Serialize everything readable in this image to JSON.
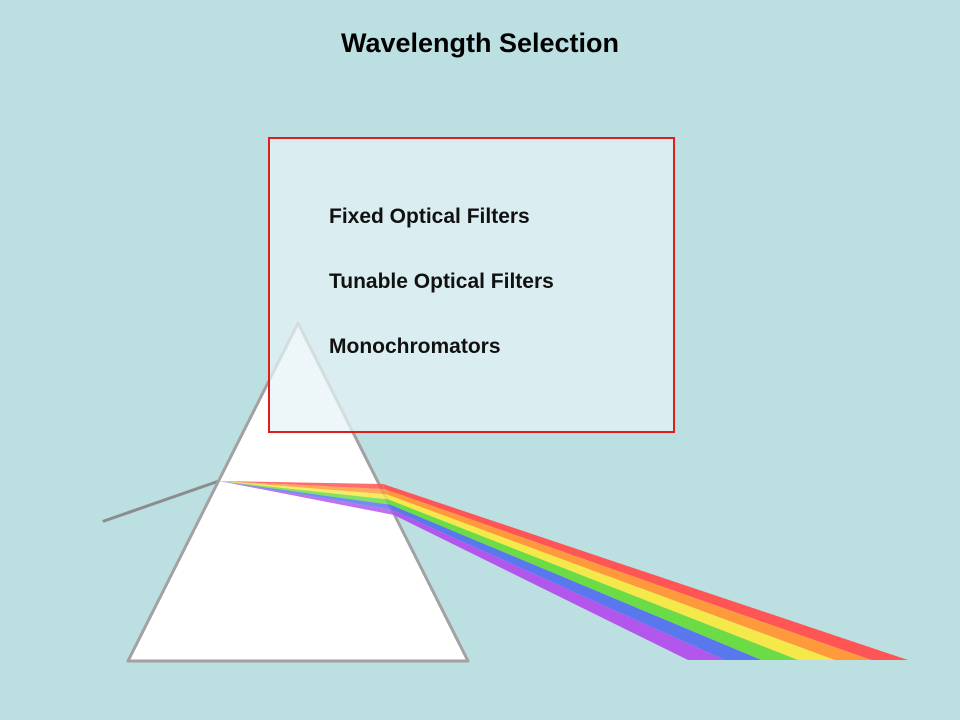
{
  "slide": {
    "title": "Wavelength Selection",
    "items": [
      "Fixed Optical Filters",
      "Tunable Optical Filters",
      "Monochromators"
    ]
  },
  "colors": {
    "background": "#bcdfe2",
    "box_border": "#e01c1c",
    "spectrum": [
      "#ff5555",
      "#ff9a3c",
      "#f5e84a",
      "#6bdc46",
      "#5a78ee",
      "#b357ec"
    ]
  },
  "icons": [
    "prism",
    "light-ray",
    "spectrum-beam"
  ]
}
